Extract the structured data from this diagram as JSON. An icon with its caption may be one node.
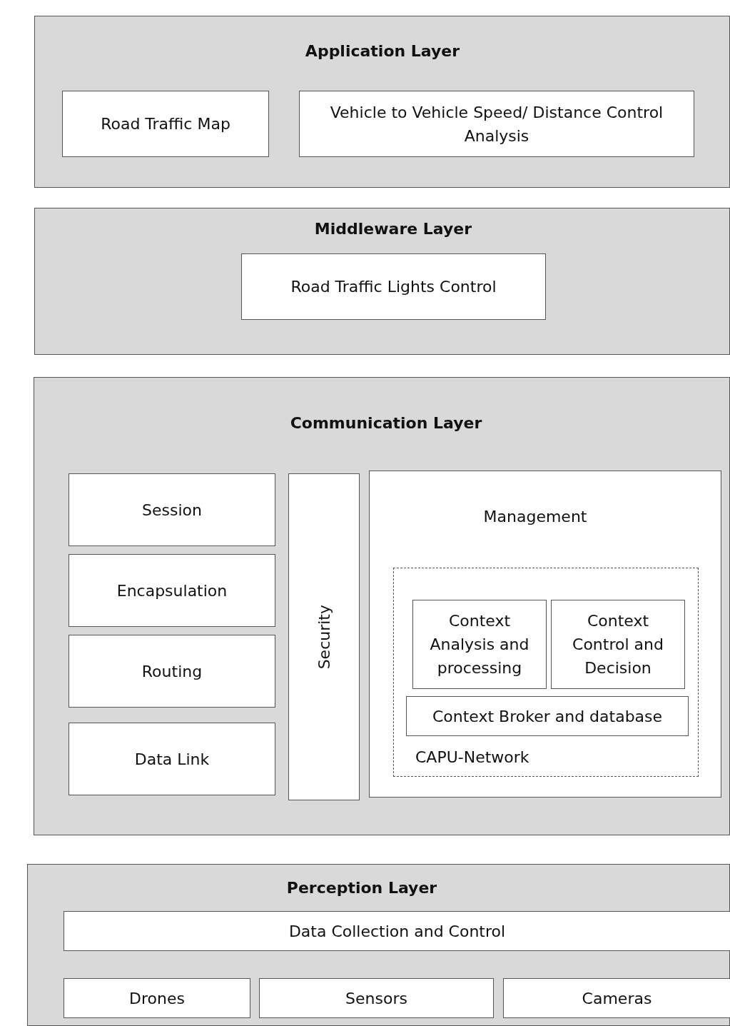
{
  "diagram": {
    "nodes": [
      {
        "text": [
          "Application  Layer"
        ]
      },
      {
        "text": [
          "Road Traffic Map"
        ],
        "in": 0
      },
      {
        "text": [
          "Vehicle to Vehicle Speed/ Distance Control Analysis"
        ],
        "in": 0
      },
      {
        "text": [
          "Middleware  Layer"
        ]
      },
      {
        "text": [
          "Road Traffic Lights Control"
        ],
        "in": 3
      },
      {
        "text": [
          "Communication  Layer"
        ]
      },
      {
        "text": [
          "Session"
        ],
        "in": 5
      },
      {
        "text": [
          "Encapsulation"
        ],
        "in": 5
      },
      {
        "text": [
          "Routing"
        ],
        "in": 5
      },
      {
        "text": [
          "Data Link"
        ],
        "in": 5
      },
      {
        "text": [
          "Security"
        ],
        "in": 5
      },
      {
        "text": [
          "Management"
        ],
        "in": 5
      },
      {
        "text": [
          "CAPU-Network"
        ],
        "in": 11
      },
      {
        "text": [
          "Context Analysis and processing"
        ],
        "in": 12
      },
      {
        "text": [
          "Context Control and Decision"
        ],
        "in": 12
      },
      {
        "text": [
          "Context Broker and database"
        ],
        "in": 12
      },
      {
        "text": [
          "Perception Layer"
        ]
      },
      {
        "text": [
          "Data Collection and Control"
        ],
        "in": 16
      },
      {
        "text": [
          "Drones"
        ],
        "in": 16
      },
      {
        "text": [
          "Sensors"
        ],
        "in": 16
      },
      {
        "text": [
          "Cameras"
        ],
        "in": 16
      }
    ],
    "edges": []
  }
}
